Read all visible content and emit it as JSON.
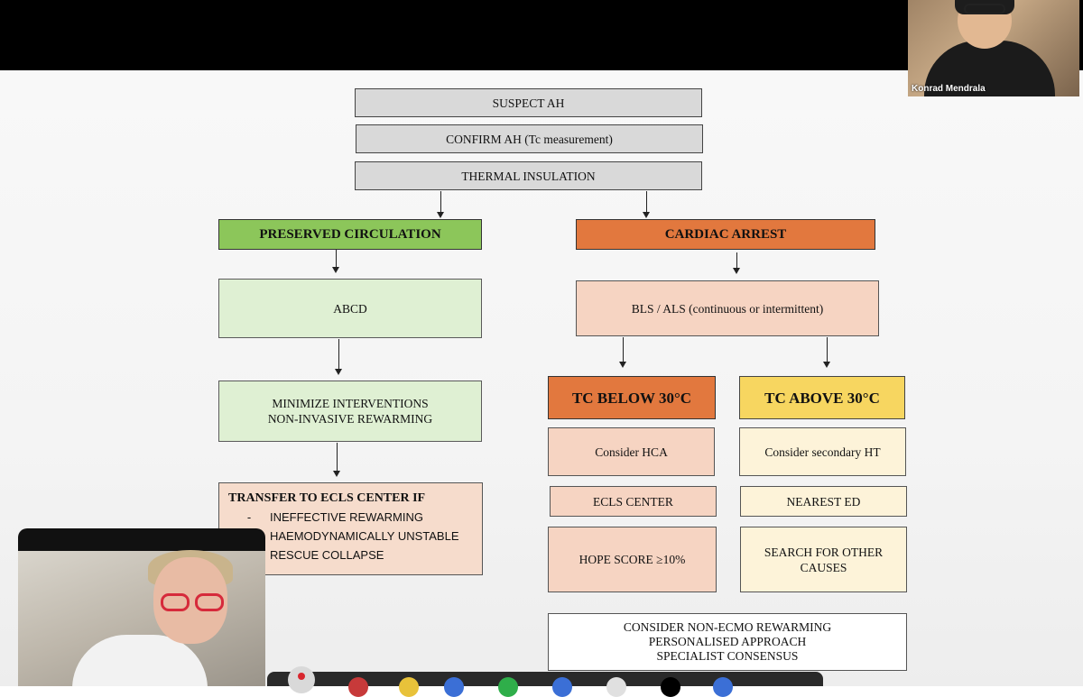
{
  "flowchart": {
    "suspect": "SUSPECT AH",
    "confirm": "CONFIRM AH (Tc measurement)",
    "insulation": "THERMAL INSULATION",
    "left": {
      "header": "PRESERVED CIRCULATION",
      "abcd": "ABCD",
      "minimize_line1": "MINIMIZE INTERVENTIONS",
      "minimize_line2": "NON-INVASIVE REWARMING",
      "transfer_title": "TRANSFER TO ECLS CENTER IF",
      "transfer_items": [
        "INEFFECTIVE REWARMING",
        "HAEMODYNAMICALLY UNSTABLE",
        "RESCUE COLLAPSE"
      ],
      "transfer_dash": "-"
    },
    "right": {
      "header": "CARDIAC ARREST",
      "bls": "BLS / ALS (continuous or intermittent)",
      "below": {
        "header": "TC BELOW 30°C",
        "consider": "Consider HCA",
        "center": "ECLS CENTER",
        "score": "HOPE SCORE ≥10%"
      },
      "above": {
        "header": "TC ABOVE 30°C",
        "consider": "Consider secondary HT",
        "ed": "NEAREST ED",
        "search_line1": "SEARCH FOR OTHER",
        "search_line2": "CAUSES"
      },
      "final_line1": "CONSIDER NON-ECMO REWARMING",
      "final_line2": "PERSONALISED APPROACH",
      "final_line3": "SPECIALIST CONSENSUS"
    }
  },
  "participants": {
    "top_name": "Konrad Mendrala"
  },
  "colors": {
    "green_header": "#8cc65a",
    "orange_header": "#e2783e",
    "yellow_header": "#f7d660",
    "record": "#d8262e"
  }
}
